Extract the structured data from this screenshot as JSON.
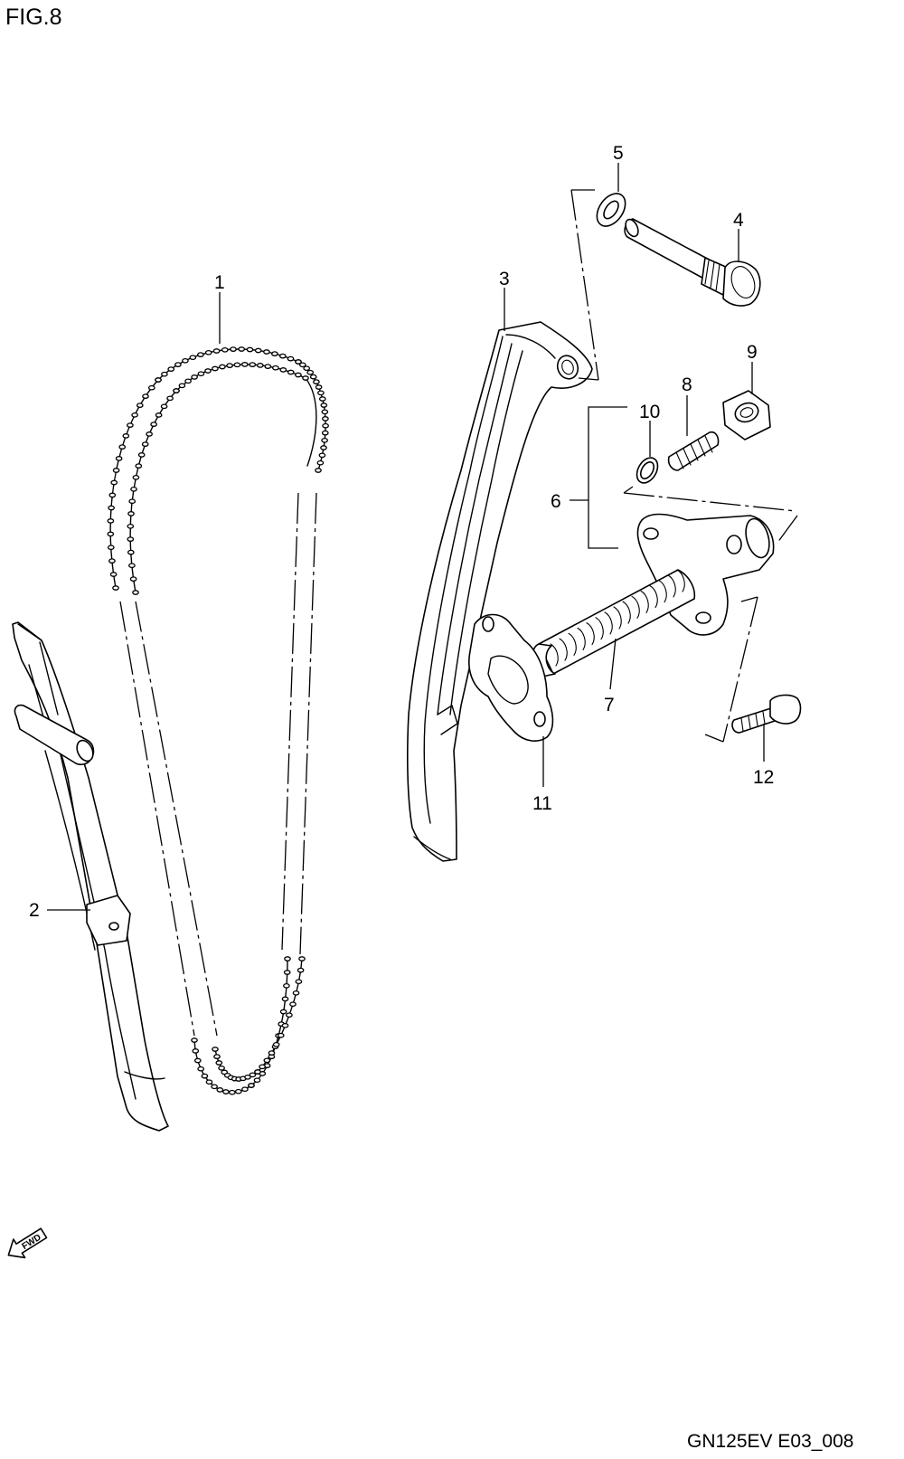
{
  "figure": {
    "title": "FIG.8",
    "code": "GN125EV E03_008"
  },
  "fwd_arrow": {
    "label": "FWD",
    "icon": "fwd-arrow-icon"
  },
  "callouts": [
    {
      "id": "1",
      "label": "1",
      "part": "cam-chain"
    },
    {
      "id": "2",
      "label": "2",
      "part": "cam-chain-guide"
    },
    {
      "id": "3",
      "label": "3",
      "part": "cam-chain-tensioner"
    },
    {
      "id": "4",
      "label": "4",
      "part": "tensioner-bolt"
    },
    {
      "id": "5",
      "label": "5",
      "part": "washer"
    },
    {
      "id": "6",
      "label": "6",
      "part": "tensioner-adjuster-assembly"
    },
    {
      "id": "7",
      "label": "7",
      "part": "adjuster-spring"
    },
    {
      "id": "8",
      "label": "8",
      "part": "adjuster-screw"
    },
    {
      "id": "9",
      "label": "9",
      "part": "nut"
    },
    {
      "id": "10",
      "label": "10",
      "part": "o-ring"
    },
    {
      "id": "11",
      "label": "11",
      "part": "gasket"
    },
    {
      "id": "12",
      "label": "12",
      "part": "bolt"
    }
  ]
}
